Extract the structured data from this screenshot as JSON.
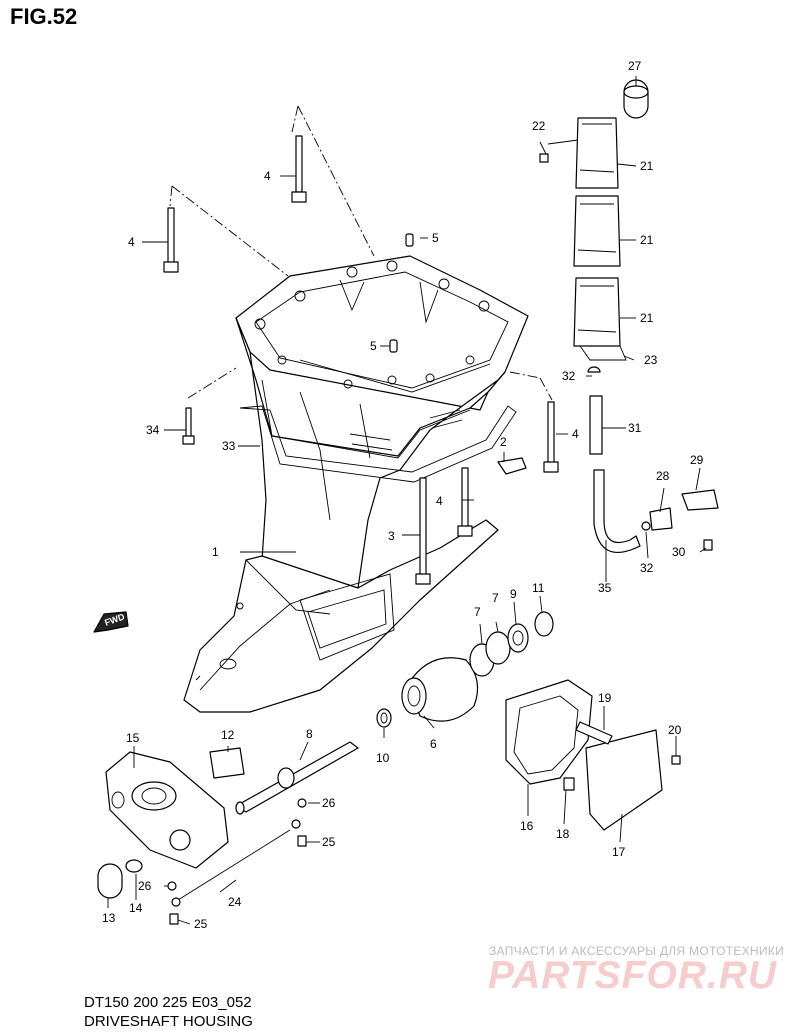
{
  "figure_title": "FIG.52",
  "footer": {
    "code": "DT150 200 225 E03_052",
    "name": "DRIVESHAFT HOUSING"
  },
  "watermark": {
    "line1": "ЗАПЧАСТИ И АКСЕССУАРЫ ДЛЯ МОТОТЕХНИКИ",
    "logo": "PARTSFOR.RU"
  },
  "direction_arrow": "FWD",
  "callouts": [
    {
      "id": "c1",
      "label": "1"
    },
    {
      "id": "c2",
      "label": "2"
    },
    {
      "id": "c3",
      "label": "3"
    },
    {
      "id": "c4a",
      "label": "4"
    },
    {
      "id": "c4b",
      "label": "4"
    },
    {
      "id": "c4c",
      "label": "4"
    },
    {
      "id": "c4d",
      "label": "4"
    },
    {
      "id": "c5a",
      "label": "5"
    },
    {
      "id": "c5b",
      "label": "5"
    },
    {
      "id": "c6",
      "label": "6"
    },
    {
      "id": "c7a",
      "label": "7"
    },
    {
      "id": "c7b",
      "label": "7"
    },
    {
      "id": "c8",
      "label": "8"
    },
    {
      "id": "c9",
      "label": "9"
    },
    {
      "id": "c10",
      "label": "10"
    },
    {
      "id": "c11",
      "label": "11"
    },
    {
      "id": "c12",
      "label": "12"
    },
    {
      "id": "c13",
      "label": "13"
    },
    {
      "id": "c14",
      "label": "14"
    },
    {
      "id": "c15",
      "label": "15"
    },
    {
      "id": "c16",
      "label": "16"
    },
    {
      "id": "c17",
      "label": "17"
    },
    {
      "id": "c18",
      "label": "18"
    },
    {
      "id": "c19",
      "label": "19"
    },
    {
      "id": "c20",
      "label": "20"
    },
    {
      "id": "c21a",
      "label": "21"
    },
    {
      "id": "c21b",
      "label": "21"
    },
    {
      "id": "c21c",
      "label": "21"
    },
    {
      "id": "c22",
      "label": "22"
    },
    {
      "id": "c23",
      "label": "23"
    },
    {
      "id": "c24",
      "label": "24"
    },
    {
      "id": "c25a",
      "label": "25"
    },
    {
      "id": "c25b",
      "label": "25"
    },
    {
      "id": "c26a",
      "label": "26"
    },
    {
      "id": "c26b",
      "label": "26"
    },
    {
      "id": "c27",
      "label": "27"
    },
    {
      "id": "c28",
      "label": "28"
    },
    {
      "id": "c29",
      "label": "29"
    },
    {
      "id": "c30",
      "label": "30"
    },
    {
      "id": "c31",
      "label": "31"
    },
    {
      "id": "c32a",
      "label": "32"
    },
    {
      "id": "c32b",
      "label": "32"
    },
    {
      "id": "c33",
      "label": "33"
    },
    {
      "id": "c34",
      "label": "34"
    },
    {
      "id": "c35",
      "label": "35"
    }
  ]
}
